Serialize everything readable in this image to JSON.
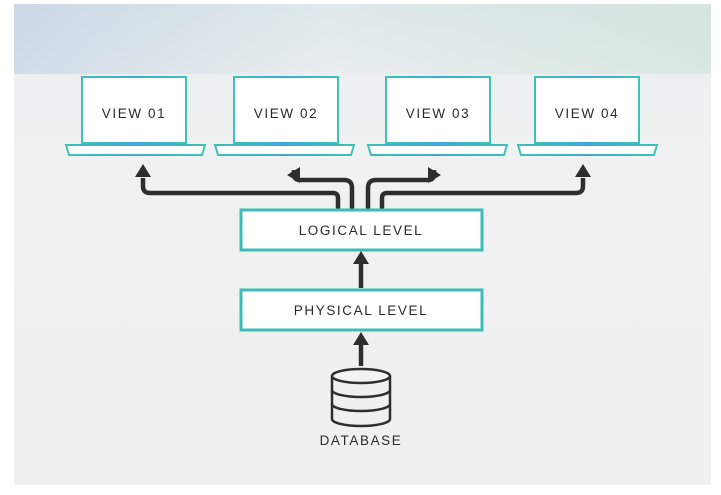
{
  "views": [
    {
      "label": "VIEW 01"
    },
    {
      "label": "VIEW 02"
    },
    {
      "label": "VIEW 03"
    },
    {
      "label": "VIEW 04"
    }
  ],
  "logical_level": {
    "label": "LOGICAL LEVEL"
  },
  "physical_level": {
    "label": "PHYSICAL LEVEL"
  },
  "database": {
    "label": "DATABASE"
  },
  "colors": {
    "box_border": "#3cbcb6",
    "arrow": "#2e2e2e",
    "text": "#2b2b2b"
  }
}
